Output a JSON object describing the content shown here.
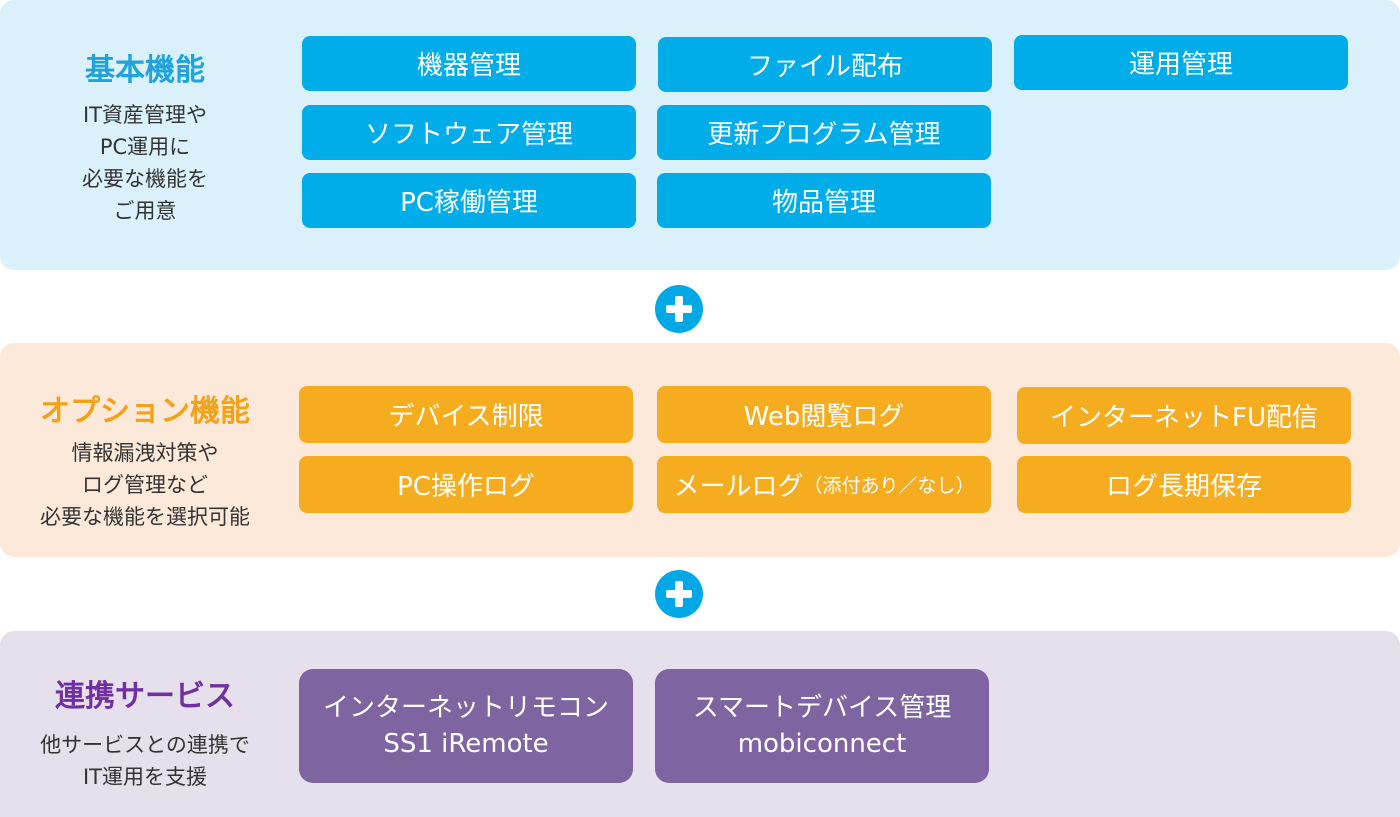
{
  "basic": {
    "title": "基本機能",
    "desc": [
      "IT資産管理や",
      "PC運用に",
      "必要な機能を",
      "ご用意"
    ],
    "buttons": [
      "機器管理",
      "ファイル配布",
      "運用管理",
      "ソフトウェア管理",
      "更新プログラム管理",
      "PC稼働管理",
      "物品管理"
    ]
  },
  "option": {
    "title": "オプション機能",
    "desc": [
      "情報漏洩対策や",
      "ログ管理など",
      "必要な機能を選択可能"
    ],
    "buttons": [
      "デバイス制限",
      "Web閲覧ログ",
      "インターネットFU配信",
      "PC操作ログ",
      "メールログ",
      "（添付あり／なし）",
      "ログ長期保存"
    ]
  },
  "service": {
    "title": "連携サービス",
    "desc": [
      "他サービスとの連携で",
      "IT運用を支援"
    ],
    "buttons": [
      {
        "line1": "インターネットリモコン",
        "line2": "SS1 iRemote"
      },
      {
        "line1": "スマートデバイス管理",
        "line2": "mobiconnect"
      }
    ]
  },
  "colors": {
    "basic_button": "#00ade9",
    "option_button": "#f5ad1f",
    "service_button": "#7f64a2",
    "plus_icon": "#00a8e6"
  },
  "icons": [
    "plus-icon",
    "plus-icon"
  ]
}
